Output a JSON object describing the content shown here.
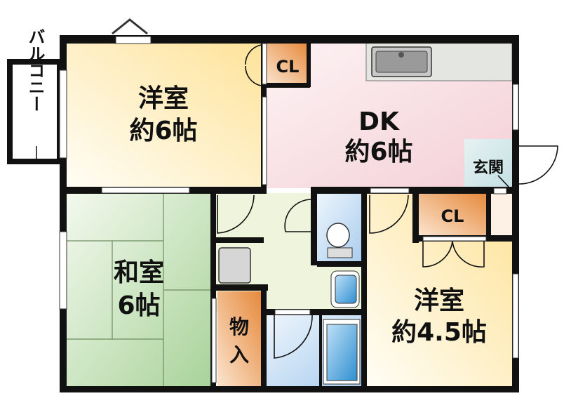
{
  "rooms": {
    "western_1": {
      "name": "洋室",
      "size": "約6帖"
    },
    "closet_1": {
      "name": "CL"
    },
    "dk": {
      "name": "DK",
      "size": "約6帖"
    },
    "entrance": {
      "name": "玄関"
    },
    "balcony": {
      "name": "バルコニー"
    },
    "japanese": {
      "name": "和室",
      "size": "6帖"
    },
    "storage": {
      "name_1": "物",
      "name_2": "入"
    },
    "closet_2": {
      "name": "CL"
    },
    "western_2": {
      "name": "洋室",
      "size": "約4.5帖"
    }
  },
  "colors": {
    "western": "#fde9a8",
    "dk": "#f7dde2",
    "japanese": "#b9dba8",
    "hall": "#eef5dc",
    "closet": "#e8934a",
    "water": "#bcd9f2",
    "wall": "#111111"
  }
}
